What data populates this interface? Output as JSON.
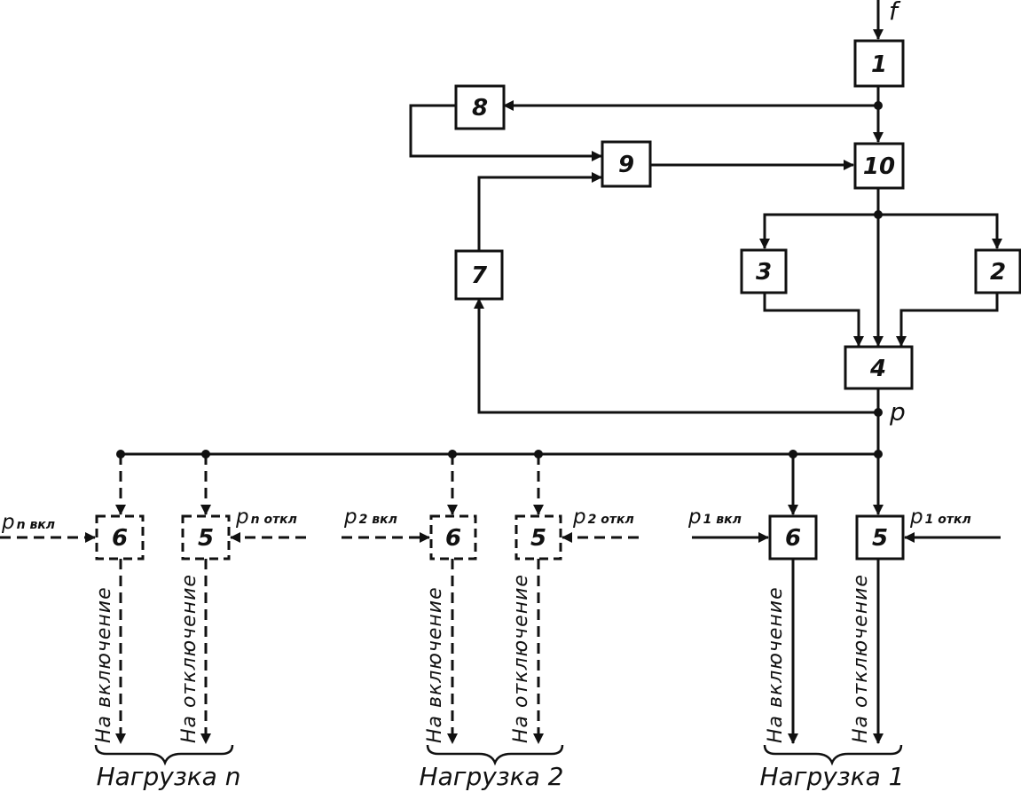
{
  "diagram": {
    "input_label": "f",
    "node_p_label": "p",
    "blocks": {
      "b1": "1",
      "b2": "2",
      "b3": "3",
      "b4": "4",
      "b7": "7",
      "b8": "8",
      "b9": "9",
      "b10": "10",
      "load1_b6": "6",
      "load1_b5": "5",
      "load2_b6": "6",
      "load2_b5": "5",
      "loadn_b6": "6",
      "loadn_b5": "5"
    },
    "signals": {
      "loadn_on": {
        "main": "p",
        "sub": "n вкл"
      },
      "loadn_off": {
        "main": "p",
        "sub": "n откл"
      },
      "load2_on": {
        "main": "p",
        "sub": "2 вкл"
      },
      "load2_off": {
        "main": "p",
        "sub": "2 откл"
      },
      "load1_on": {
        "main": "p",
        "sub": "1 вкл"
      },
      "load1_off": {
        "main": "p",
        "sub": "1 откл"
      }
    },
    "outputs": {
      "loadn_on": "На включение",
      "loadn_off": "На отключение",
      "load2_on": "На включение",
      "load2_off": "На отключение",
      "load1_on": "На включение",
      "load1_off": "На отключение"
    },
    "loads": {
      "load_n": "Нагрузка n",
      "load_2": "Нагрузка 2",
      "load_1": "Нагрузка 1"
    },
    "colors": {
      "ink": "#111111",
      "paper": "#ffffff"
    }
  }
}
